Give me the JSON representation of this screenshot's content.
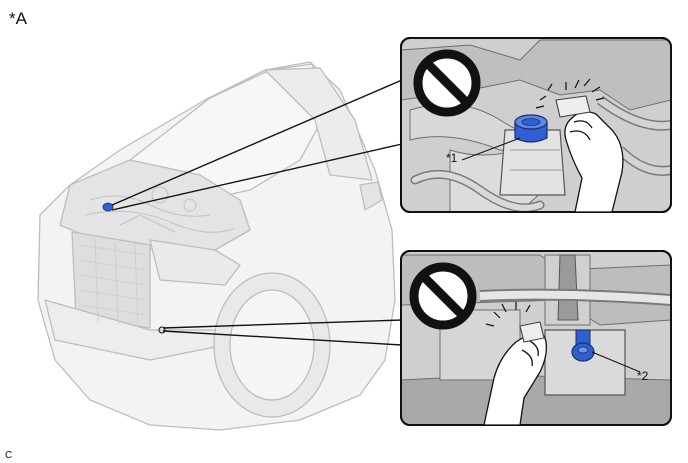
{
  "labels": {
    "view": "*A",
    "corner": "C",
    "callout_1": "*1",
    "callout_2": "*2"
  },
  "icons": [
    "prohibition-icon",
    "hand-icon",
    "radiator-cap-icon"
  ],
  "colors": {
    "cap_blue": "#2f5fd0",
    "line": "#111111",
    "car_fill": "#f2f2f2",
    "panel_bg": "#cfcfcf"
  }
}
